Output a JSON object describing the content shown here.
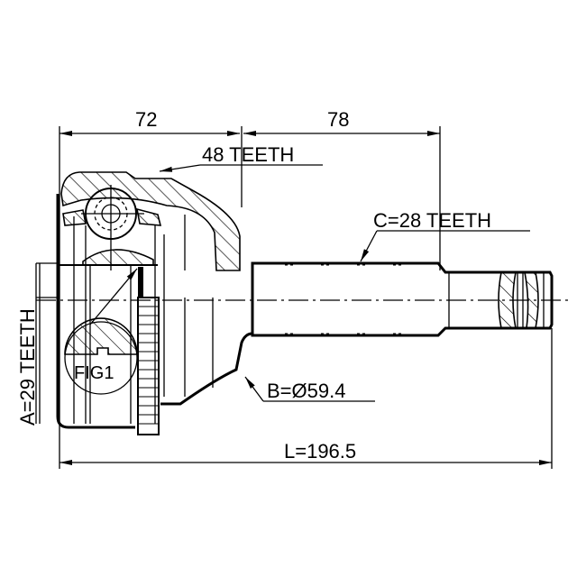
{
  "drawing": {
    "title": "CV joint outer assembly dimension drawing",
    "background": "#ffffff",
    "line_color": "#000000"
  },
  "dimensions": {
    "housing_length": "72",
    "shaft_length": "78",
    "outer_spline": "48 TEETH",
    "shaft_spline": "C=28 TEETH",
    "inner_spline": "A=29 TEETH",
    "seal_diameter": "B=Ø59.4",
    "overall_length": "L=196.5"
  },
  "callouts": {
    "detail_label": "FIG1"
  }
}
